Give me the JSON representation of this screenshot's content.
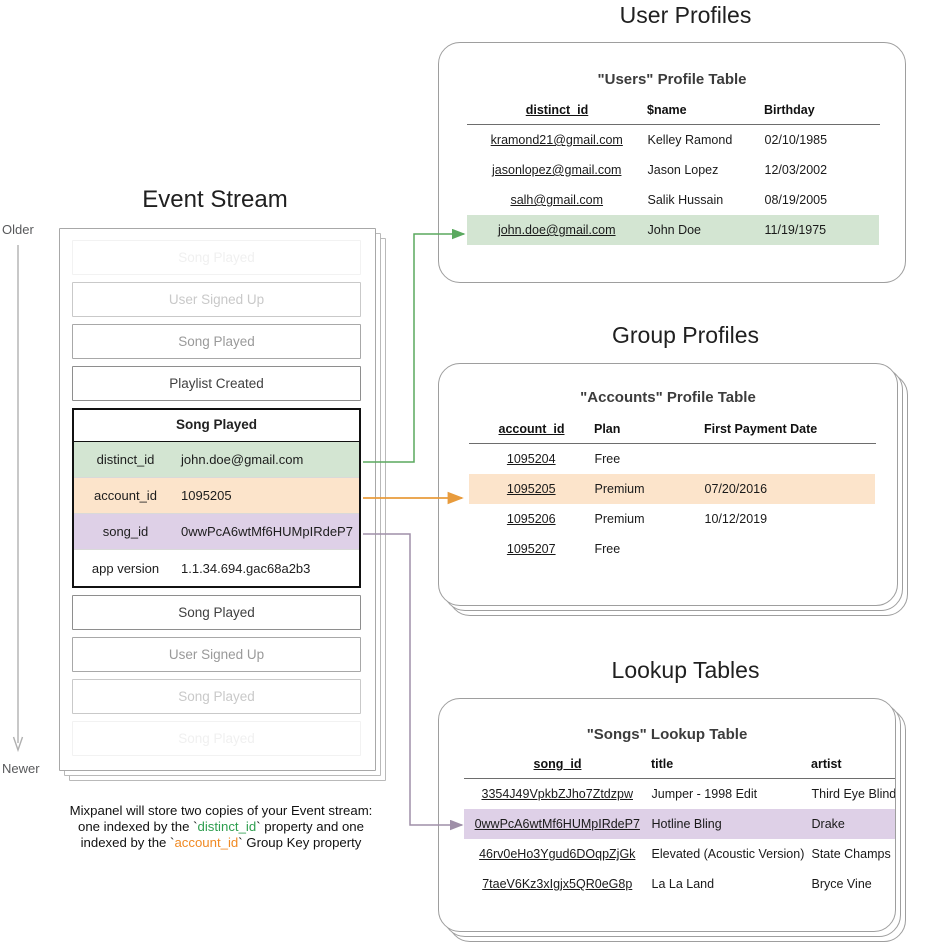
{
  "sections": {
    "user_profiles_title": "User Profiles",
    "group_profiles_title": "Group Profiles",
    "lookup_tables_title": "Lookup Tables",
    "event_stream_title": "Event Stream"
  },
  "timeline": {
    "older_label": "Older",
    "newer_label": "Newer"
  },
  "event_stream": {
    "events_above": [
      {
        "label": "Song Played",
        "fade": "fade-1"
      },
      {
        "label": "User Signed Up",
        "fade": "fade-2"
      },
      {
        "label": "Song Played",
        "fade": "fade-3"
      },
      {
        "label": "Playlist Created",
        "fade": "solid"
      }
    ],
    "expanded_event": {
      "title": "Song Played",
      "properties": [
        {
          "key": "distinct_id",
          "value": "john.doe@gmail.com",
          "highlight": "green"
        },
        {
          "key": "account_id",
          "value": "1095205",
          "highlight": "orange"
        },
        {
          "key": "song_id",
          "value": "0wwPcA6wtMf6HUMpIRdeP7",
          "highlight": "purple"
        },
        {
          "key": "app version",
          "value": "1.1.34.694.gac68a2b3",
          "highlight": "plain"
        }
      ]
    },
    "events_below": [
      {
        "label": "Song Played",
        "fade": "solid"
      },
      {
        "label": "User Signed Up",
        "fade": "fade-3"
      },
      {
        "label": "Song Played",
        "fade": "fade-2"
      },
      {
        "label": "Song Played",
        "fade": "fade-1"
      }
    ],
    "caption": {
      "line1": "Mixpanel will store two copies of your Event stream:",
      "line2_a": "one indexed by the `",
      "line2_token": "distinct_id",
      "line2_b": "` property and one",
      "line3_a": "indexed by the `",
      "line3_token": "account_id",
      "line3_b": "` Group Key property"
    }
  },
  "users_table": {
    "title": "\"Users\" Profile Table",
    "columns": [
      "distinct_id",
      "$name",
      "Birthday"
    ],
    "rows": [
      {
        "cells": [
          "kramond21@gmail.com",
          "Kelley Ramond",
          "02/10/1985"
        ],
        "highlight": ""
      },
      {
        "cells": [
          "jasonlopez@gmail.com",
          "Jason Lopez",
          "12/03/2002"
        ],
        "highlight": ""
      },
      {
        "cells": [
          "salh@gmail.com",
          "Salik Hussain",
          "08/19/2005"
        ],
        "highlight": ""
      },
      {
        "cells": [
          "john.doe@gmail.com",
          "John Doe",
          "11/19/1975"
        ],
        "highlight": "hl-green"
      }
    ]
  },
  "accounts_table": {
    "title": "\"Accounts\" Profile Table",
    "columns": [
      "account_id",
      "Plan",
      "First Payment Date"
    ],
    "rows": [
      {
        "cells": [
          "1095204",
          "Free",
          ""
        ],
        "highlight": ""
      },
      {
        "cells": [
          "1095205",
          "Premium",
          "07/20/2016"
        ],
        "highlight": "hl-orange"
      },
      {
        "cells": [
          "1095206",
          "Premium",
          "10/12/2019"
        ],
        "highlight": ""
      },
      {
        "cells": [
          "1095207",
          "Free",
          ""
        ],
        "highlight": ""
      }
    ]
  },
  "songs_table": {
    "title": "\"Songs\" Lookup Table",
    "columns": [
      "song_id",
      "title",
      "artist"
    ],
    "rows": [
      {
        "cells": [
          "3354J49VpkbZJho7Ztdzpw",
          "Jumper - 1998 Edit",
          "Third Eye Blind"
        ],
        "highlight": ""
      },
      {
        "cells": [
          "0wwPcA6wtMf6HUMpIRdeP7",
          "Hotline Bling",
          "Drake"
        ],
        "highlight": "hl-purple"
      },
      {
        "cells": [
          "46rv0eHo3Ygud6DOqpZjGk",
          "Elevated (Acoustic Version)",
          "State Champs"
        ],
        "highlight": ""
      },
      {
        "cells": [
          "7taeV6Kz3xIgjx5QR0eG8p",
          "La La Land",
          "Bryce Vine"
        ],
        "highlight": ""
      }
    ]
  },
  "colors": {
    "green_highlight": "#d3e5d2",
    "orange_highlight": "#fce4cb",
    "purple_highlight": "#ded0e7",
    "green_arrow": "#5aa95f",
    "orange_arrow": "#e89b3c",
    "purple_arrow": "#9f8fa8",
    "card_border": "#9e9e9e"
  }
}
